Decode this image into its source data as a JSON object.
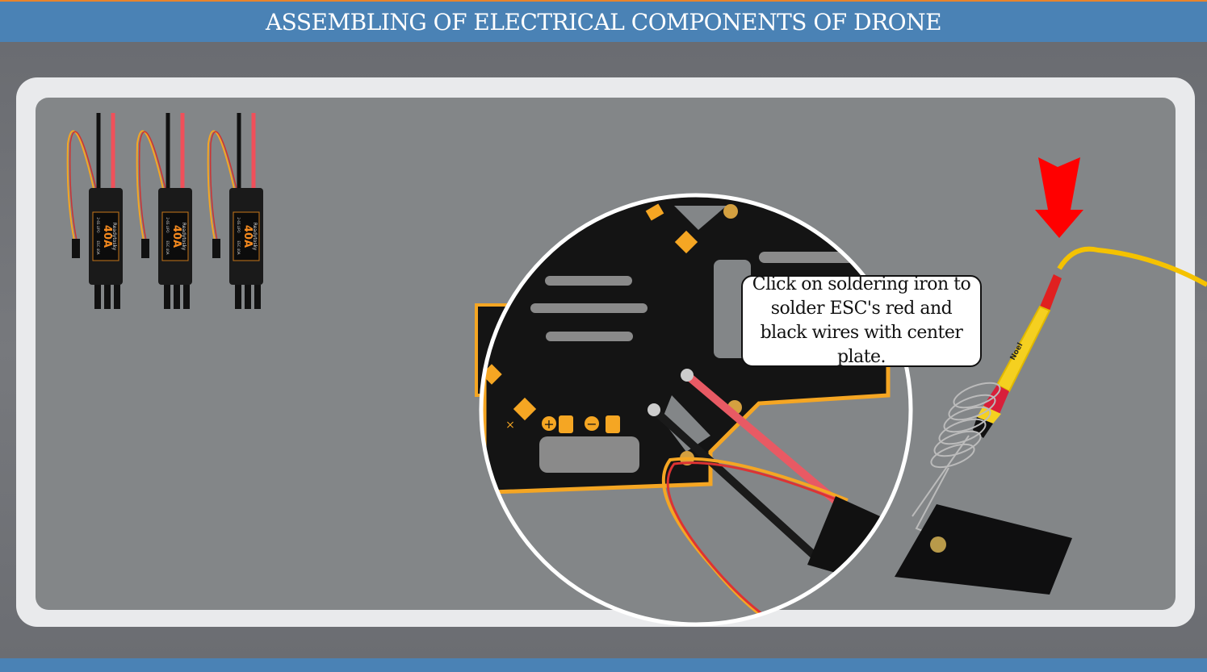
{
  "header": {
    "title": "ASSEMBLING OF ELECTRICAL COMPONENTS OF DRONE"
  },
  "escs": [
    {
      "brand": "Readytosky",
      "rating": "40A",
      "spec": "2-6S LIPO",
      "model": "ESC 40A"
    },
    {
      "brand": "Readytosky",
      "rating": "40A",
      "spec": "2-6S LIPO",
      "model": "ESC 40A"
    },
    {
      "brand": "Readytosky",
      "rating": "40A",
      "spec": "2-6S LIPO",
      "model": "ESC 40A"
    }
  ],
  "callout": {
    "text": "Click on soldering iron to solder ESC's red and black wires with center plate."
  },
  "iron": {
    "brand": "Noel"
  },
  "plate_markings": {
    "plus": "+",
    "minus": "−",
    "x": "×"
  },
  "colors": {
    "header": "#4a82b5",
    "arrow": "#ff0000",
    "plate_edge": "#f5a623",
    "stage": "#838688"
  }
}
